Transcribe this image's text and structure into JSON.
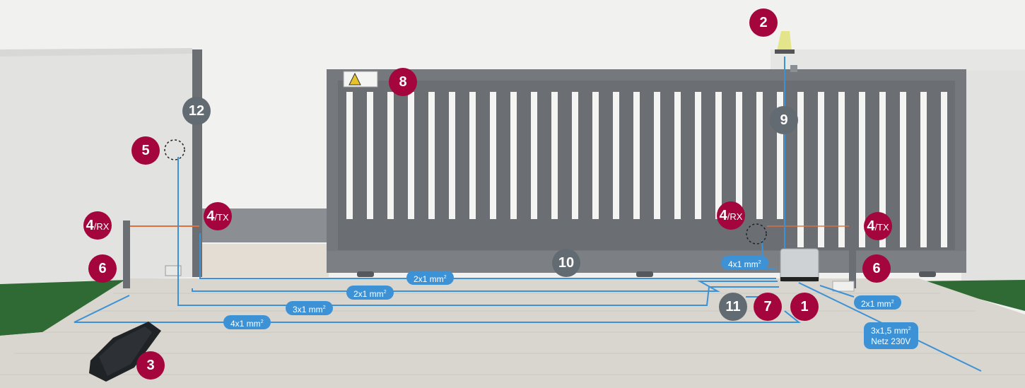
{
  "badges": {
    "b1": "1",
    "b2": "2",
    "b3": "3",
    "b4_num": "4",
    "b4_rx": "/RX",
    "b4_tx": "/TX",
    "b5": "5",
    "b6": "6",
    "b7": "7",
    "b8": "8",
    "b9": "9",
    "b10": "10",
    "b11": "11",
    "b12": "12"
  },
  "cables": {
    "c_2x1": "2x1 mm",
    "c_3x1": "3x1 mm",
    "c_4x1": "4x1 mm",
    "c_power_line1": "3x1,5 mm",
    "c_power_line2": "Netz 230V",
    "sq": "2"
  },
  "colors": {
    "badge_red": "#a3053c",
    "badge_gray": "#626a72",
    "cable_blue": "#3d92d6",
    "gate": "#6b6f74",
    "wall": "#e4e4e2",
    "grass": "#2f6a34",
    "paving": "#d8d4cf"
  }
}
